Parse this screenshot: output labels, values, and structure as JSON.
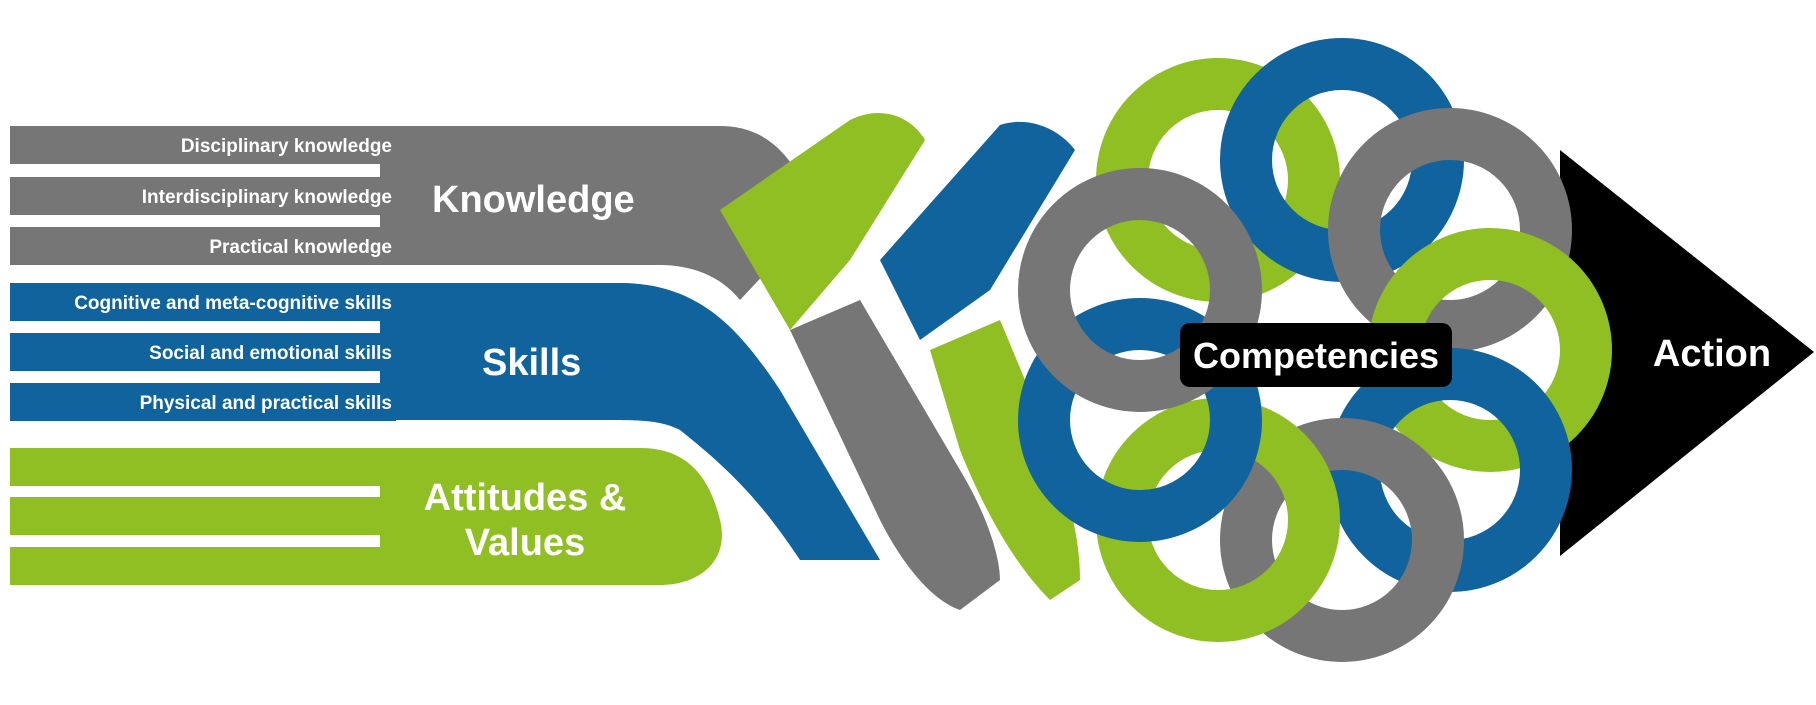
{
  "colors": {
    "gray": "#767676",
    "blue": "#10639c",
    "green": "#8fbf22",
    "black": "#000000",
    "white": "#ffffff"
  },
  "groups": {
    "knowledge": {
      "title": "Knowledge",
      "items": [
        "Disciplinary knowledge",
        "Interdisciplinary knowledge",
        "Practical knowledge"
      ]
    },
    "skills": {
      "title": "Skills",
      "items": [
        "Cognitive and meta-cognitive skills",
        "Social and emotional skills",
        "Physical and practical skills"
      ]
    },
    "attitudes": {
      "title_line1": "Attitudes &",
      "title_line2": "Values"
    }
  },
  "center_label": "Competencies",
  "arrow_label": "Action"
}
